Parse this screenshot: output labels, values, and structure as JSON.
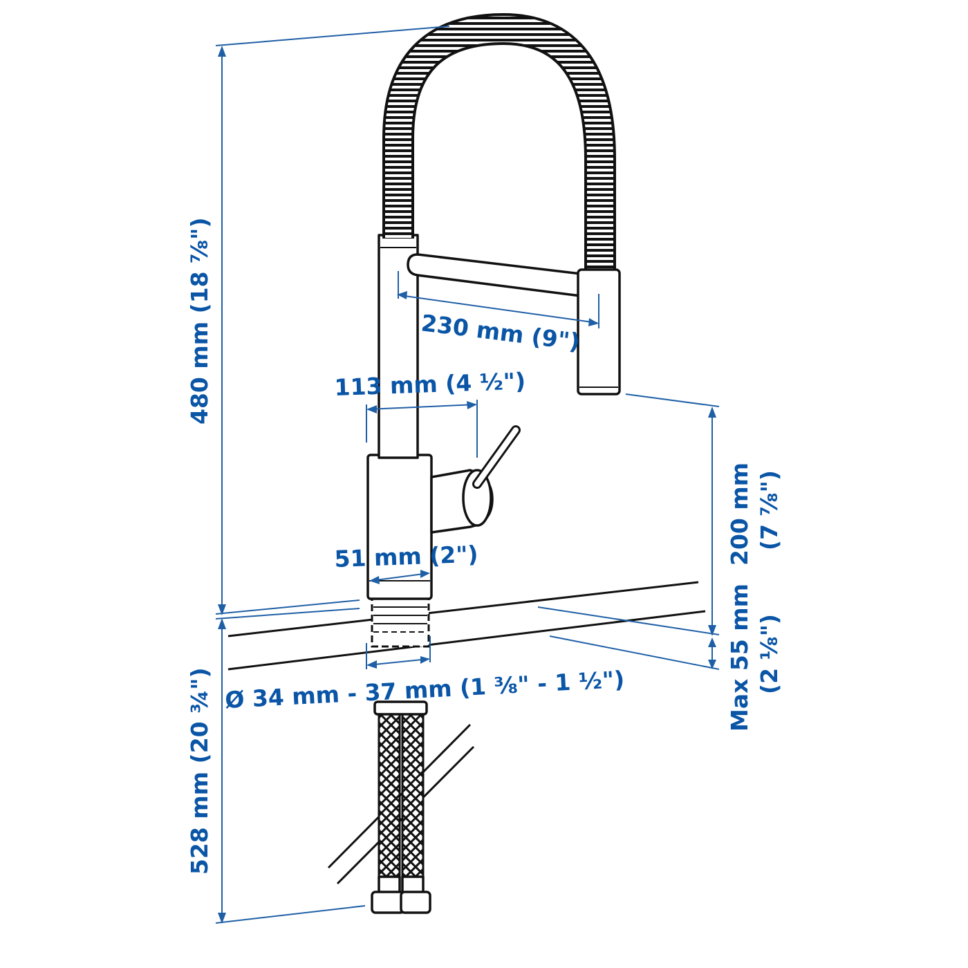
{
  "dimensions": {
    "total_height": "480 mm (18 ⅞\")",
    "spout_reach": "230 mm (9\")",
    "handle_reach": "113 mm (4 ½\")",
    "body_diameter": "51 mm (2\")",
    "spout_clearance_mm": "200 mm",
    "spout_clearance_in": "(7 ⅞\")",
    "hole_diameter": "Ø 34 mm - 37 mm (1 ⅜\" - 1 ½\")",
    "max_thickness_mm": "Max 55 mm",
    "max_thickness_in": "(2 ⅛\")",
    "below_length": "528 mm (20 ¾\")"
  },
  "colors": {
    "dimension_blue": "#0a55a6",
    "ink": "#111111"
  }
}
